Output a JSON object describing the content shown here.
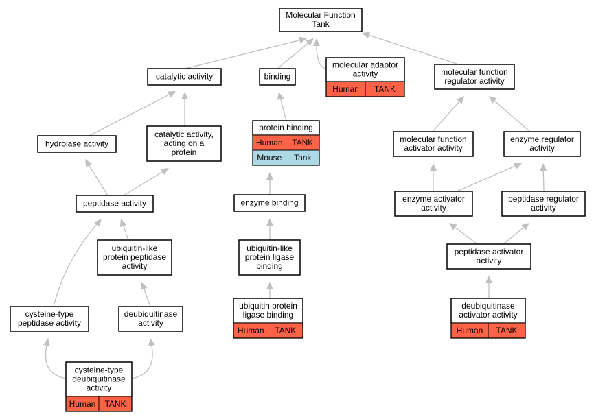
{
  "nodes": [
    {
      "id": "mf",
      "label": "Molecular Function\nTank"
    },
    {
      "id": "cat",
      "label": "catalytic activity"
    },
    {
      "id": "bind",
      "label": "binding"
    },
    {
      "id": "mad",
      "label": "molecular adaptor\nactivity",
      "badges": [
        [
          "Human",
          "TANK"
        ]
      ]
    },
    {
      "id": "mfr",
      "label": "molecular function\nregulator activity"
    },
    {
      "id": "hyd",
      "label": "hydrolase activity"
    },
    {
      "id": "catp",
      "label": "catalytic activity,\nacting on a\nprotein"
    },
    {
      "id": "pb",
      "label": "protein binding",
      "badges": [
        [
          "Human",
          "TANK"
        ],
        [
          "Mouse",
          "Tank"
        ]
      ]
    },
    {
      "id": "mfa",
      "label": "molecular function\nactivator activity"
    },
    {
      "id": "er",
      "label": "enzyme regulator\nactivity"
    },
    {
      "id": "pep",
      "label": "peptidase activity"
    },
    {
      "id": "eb",
      "label": "enzyme binding"
    },
    {
      "id": "ea",
      "label": "enzyme activator\nactivity"
    },
    {
      "id": "pr",
      "label": "peptidase regulator\nactivity"
    },
    {
      "id": "ulpp",
      "label": "ubiquitin-like\nprotein peptidase\nactivity"
    },
    {
      "id": "ulpl",
      "label": "ubiquitin-like\nprotein ligase\nbinding"
    },
    {
      "id": "pa",
      "label": "peptidase activator\nactivity"
    },
    {
      "id": "ctp",
      "label": "cysteine-type\npeptidase activity"
    },
    {
      "id": "dub",
      "label": "deubiquitinase\nactivity"
    },
    {
      "id": "uplb",
      "label": "ubiquitin protein\nligase binding",
      "badges": [
        [
          "Human",
          "TANK"
        ]
      ]
    },
    {
      "id": "duba",
      "label": "deubiquitinase\nactivator activity",
      "badges": [
        [
          "Human",
          "TANK"
        ]
      ]
    },
    {
      "id": "ctd",
      "label": "cysteine-type\ndeubiquitinase\nactivity",
      "badges": [
        [
          "Human",
          "TANK"
        ]
      ]
    }
  ],
  "edges": [
    [
      "cat",
      "mf"
    ],
    [
      "bind",
      "mf"
    ],
    [
      "mad",
      "mf"
    ],
    [
      "mfr",
      "mf"
    ],
    [
      "hyd",
      "cat"
    ],
    [
      "catp",
      "cat"
    ],
    [
      "pb",
      "bind"
    ],
    [
      "mfa",
      "mfr"
    ],
    [
      "er",
      "mfr"
    ],
    [
      "pep",
      "hyd"
    ],
    [
      "pep",
      "catp"
    ],
    [
      "eb",
      "pb"
    ],
    [
      "ea",
      "mfa"
    ],
    [
      "ea",
      "er"
    ],
    [
      "pr",
      "er"
    ],
    [
      "ctp",
      "pep"
    ],
    [
      "ulpp",
      "pep"
    ],
    [
      "ulpl",
      "eb"
    ],
    [
      "pa",
      "ea"
    ],
    [
      "pa",
      "pr"
    ],
    [
      "dub",
      "ulpp"
    ],
    [
      "uplb",
      "ulpl"
    ],
    [
      "duba",
      "pa"
    ],
    [
      "ctd",
      "ctp"
    ],
    [
      "ctd",
      "dub"
    ]
  ],
  "colors": {
    "human": "#ff6347",
    "mouse": "#add8e6",
    "edge": "#c0c0c0"
  }
}
